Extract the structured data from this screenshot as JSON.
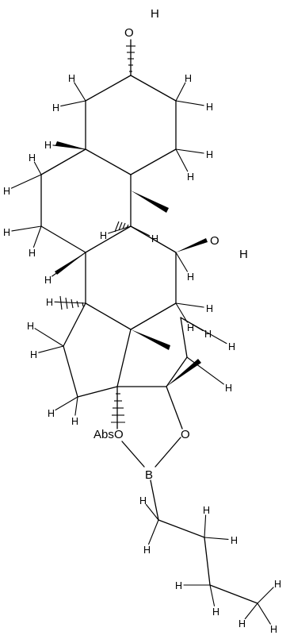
{
  "molecule": {
    "atoms": {
      "hydroxyl_top_O": "O",
      "hydroxyl_top_H": "H",
      "hydroxyl_mid_O": "O",
      "hydroxyl_mid_H": "H",
      "ring_O_left": "O",
      "ring_O_right": "O",
      "boron": "B",
      "overlap_label": "Abs"
    },
    "hydrogen_label": "H"
  }
}
